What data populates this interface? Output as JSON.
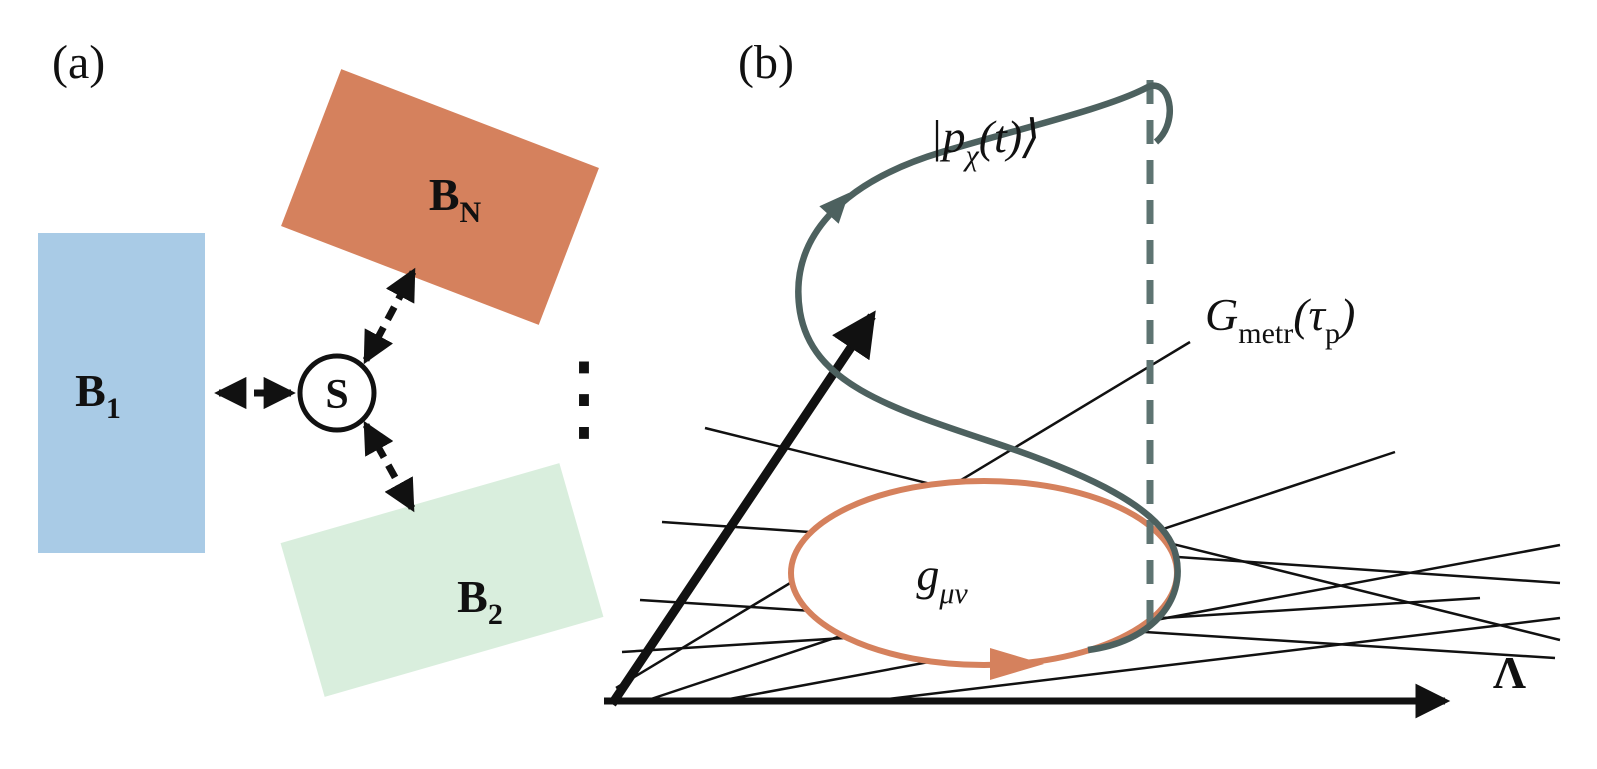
{
  "colors": {
    "bath1_blue": "#a9cbe6",
    "bathN_orange": "#d5815d",
    "bath2_green": "#d9eedd",
    "loop_orange": "#d5815d",
    "curve_teal": "#4d615f",
    "dashed_teal": "#5e7472",
    "ink": "#111111"
  },
  "panel_a": {
    "label": "(a)",
    "bath1": {
      "base": "B",
      "sub": "1"
    },
    "bathN": {
      "base": "B",
      "sub": "N"
    },
    "bath2": {
      "base": "B",
      "sub": "2"
    },
    "system_label": "S",
    "dots": "⋮"
  },
  "panel_b": {
    "label": "(b)",
    "state_ket": {
      "pre": "|p",
      "sub": "χ",
      "post": "(t)⟩"
    },
    "metric_generator": {
      "g": "G",
      "sub": "metr",
      "open": "(τ",
      "sub2": "p",
      "close": ")"
    },
    "metric_tensor": {
      "base": "g",
      "sub": "μν"
    },
    "axis_label": "Λ"
  }
}
